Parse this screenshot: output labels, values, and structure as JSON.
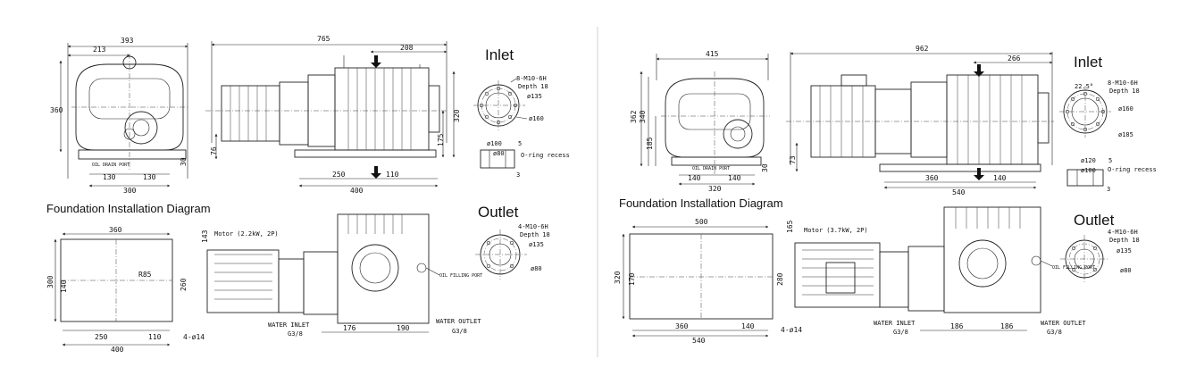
{
  "colors": {
    "line": "#222222",
    "background": "#ffffff",
    "divider": "#d0d0d0"
  },
  "left": {
    "front": {
      "w393": "393",
      "w213": "213",
      "h360": "360",
      "b130a": "130",
      "b130b": "130",
      "b300": "300",
      "h30": "30",
      "drain": "OIL DRAIN PORT"
    },
    "side": {
      "w765": "765",
      "w208": "208",
      "h320": "320",
      "h175": "175",
      "h76": "76",
      "b250": "250",
      "b110": "110",
      "b400": "400"
    },
    "inlet": {
      "head": "Inlet",
      "bolt": "8-M10-6H",
      "depth": "Depth 18",
      "d135": "ø135",
      "d160": "ø160",
      "d100": "ø100",
      "d80": "ø80",
      "five": "5",
      "three": "3",
      "oring": "O-ring recess"
    },
    "foundation": {
      "title": "Foundation Installation Diagram",
      "w360": "360",
      "h300": "300",
      "h140": "140",
      "r85": "R85",
      "h260": "260",
      "b250": "250",
      "b110": "110",
      "b400": "400",
      "holes": "4-ø14"
    },
    "plan": {
      "motor": "Motor  (2.2kW, 2P)",
      "h143": "143",
      "fill": "OIL FILLING PORT",
      "water_in": "WATER INLET",
      "g_in": "G3/8",
      "water_out": "WATER OUTLET",
      "g_out": "G3/8",
      "b176": "176",
      "b190": "190"
    },
    "outlet": {
      "head": "Outlet",
      "bolt": "4-M10-6H",
      "depth": "Depth 18",
      "d135": "ø135",
      "d80": "ø80"
    }
  },
  "right": {
    "front": {
      "w415": "415",
      "h362": "362",
      "h340": "340",
      "h185": "185",
      "b140a": "140",
      "b140b": "140",
      "b320": "320",
      "h30": "30",
      "drain": "OIL DRAIN PORT"
    },
    "side": {
      "w962": "962",
      "w266": "266",
      "h73": "73",
      "b360": "360",
      "b140": "140",
      "b540": "540"
    },
    "inlet": {
      "head": "Inlet",
      "angle": "22.5°",
      "bolt": "8-M10-6H",
      "depth": "Depth 18",
      "d160": "ø160",
      "d185": "ø185",
      "d120": "ø120",
      "d100": "ø100",
      "five": "5",
      "three": "3",
      "oring": "O-ring recess"
    },
    "foundation": {
      "title": "Foundation Installation Diagram",
      "w500": "500",
      "h320": "320",
      "h170": "170",
      "h280": "280",
      "b360": "360",
      "b140": "140",
      "b540": "540",
      "holes": "4-ø14"
    },
    "plan": {
      "motor": "Motor  (3.7kW, 2P)",
      "h165": "165",
      "fill": "OIL FILLING PORT",
      "water_in": "WATER INLET",
      "g_in": "G3/8",
      "water_out": "WATER OUTLET",
      "g_out": "G3/8",
      "b186a": "186",
      "b186b": "186"
    },
    "outlet": {
      "head": "Outlet",
      "bolt": "4-M10-6H",
      "depth": "Depth 18",
      "d135": "ø135",
      "d80": "ø80"
    }
  }
}
